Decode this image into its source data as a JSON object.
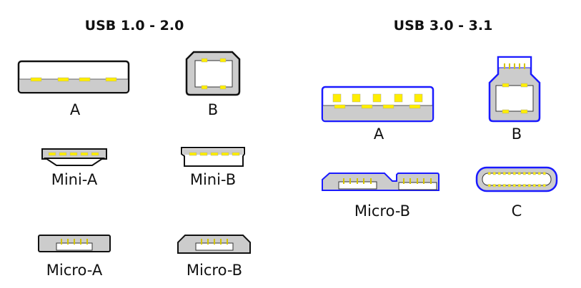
{
  "groups": [
    {
      "title": "USB 1.0 - 2.0",
      "connectors": [
        "A",
        "B",
        "Mini-A",
        "Mini-B",
        "Micro-A",
        "Micro-B"
      ]
    },
    {
      "title": "USB 3.0 - 3.1",
      "connectors": [
        "A",
        "B",
        "Micro-B",
        "C"
      ]
    }
  ],
  "colors": {
    "usb2_outline": "#111111",
    "usb3_outline": "#1a1aff",
    "body": "#cccccc",
    "pin": "#ffee00",
    "cavity": "#ffffff"
  }
}
